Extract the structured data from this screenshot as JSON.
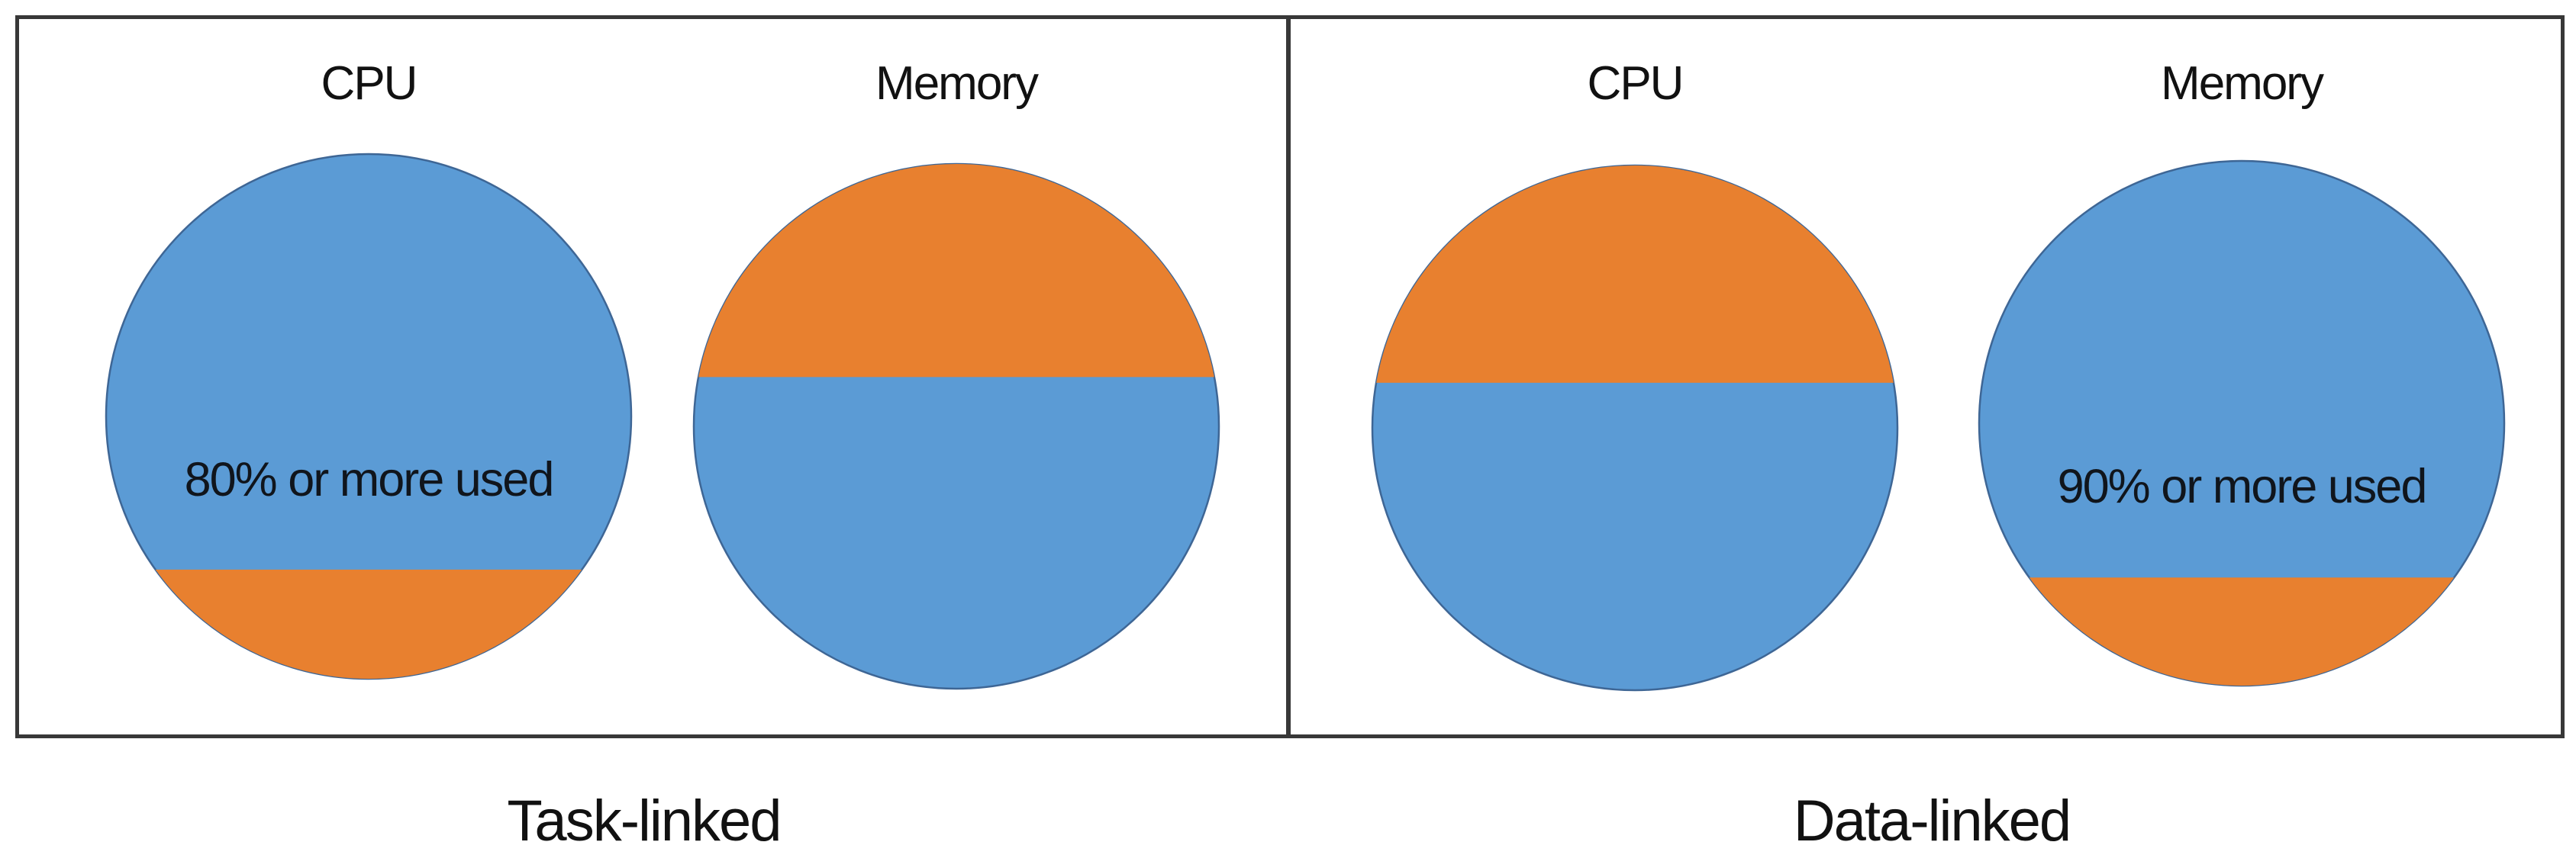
{
  "colors": {
    "blue": "#5B9BD5",
    "orange": "#E8802F",
    "circle_edge": "#3E6695",
    "panel_border": "#383838",
    "text": "#111111"
  },
  "chart_data": {
    "type": "pie",
    "variant": "circle-fill-proportion",
    "legend_position": "none",
    "grid": false,
    "groups": [
      {
        "label": "Task-linked",
        "circles": [
          {
            "title": "CPU",
            "annotation": "80% or more used",
            "orange_position": "bottom",
            "orange_height_fraction": 0.208,
            "orange_area_fraction": 0.15,
            "blue_area_fraction": 0.85
          },
          {
            "title": "Memory",
            "annotation": "",
            "orange_position": "top",
            "orange_height_fraction": 0.406,
            "orange_area_fraction": 0.38,
            "blue_area_fraction": 0.62
          }
        ]
      },
      {
        "label": "Data-linked",
        "circles": [
          {
            "title": "CPU",
            "annotation": "",
            "orange_position": "top",
            "orange_height_fraction": 0.414,
            "orange_area_fraction": 0.39,
            "blue_area_fraction": 0.61
          },
          {
            "title": "Memory",
            "annotation": "90% or more used",
            "orange_position": "bottom",
            "orange_height_fraction": 0.206,
            "orange_area_fraction": 0.17,
            "blue_area_fraction": 0.83
          }
        ]
      }
    ]
  }
}
